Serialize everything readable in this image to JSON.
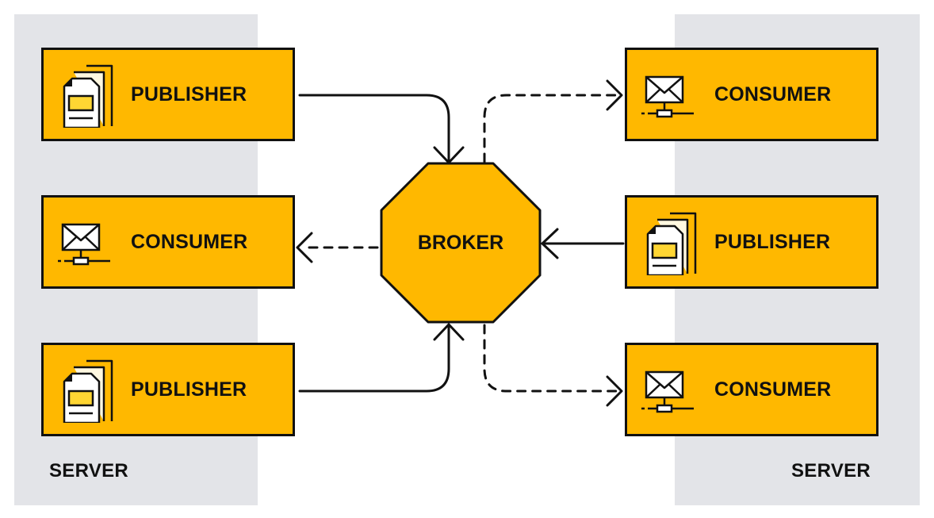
{
  "diagram": {
    "broker": {
      "label": "BROKER"
    },
    "servers": [
      {
        "label": "SERVER"
      },
      {
        "label": "SERVER"
      }
    ],
    "left_nodes": [
      {
        "label": "PUBLISHER",
        "kind": "publisher",
        "icon": "document-icon"
      },
      {
        "label": "CONSUMER",
        "kind": "consumer",
        "icon": "envelope-network-icon"
      },
      {
        "label": "PUBLISHER",
        "kind": "publisher",
        "icon": "document-icon"
      }
    ],
    "right_nodes": [
      {
        "label": "CONSUMER",
        "kind": "consumer",
        "icon": "envelope-network-icon"
      },
      {
        "label": "PUBLISHER",
        "kind": "publisher",
        "icon": "document-icon"
      },
      {
        "label": "CONSUMER",
        "kind": "consumer",
        "icon": "envelope-network-icon"
      }
    ],
    "colors": {
      "node_fill": "#ffb800",
      "server_panel": "#e3e4e8",
      "stroke": "#111111",
      "icon_screen": "#ffd633"
    }
  }
}
